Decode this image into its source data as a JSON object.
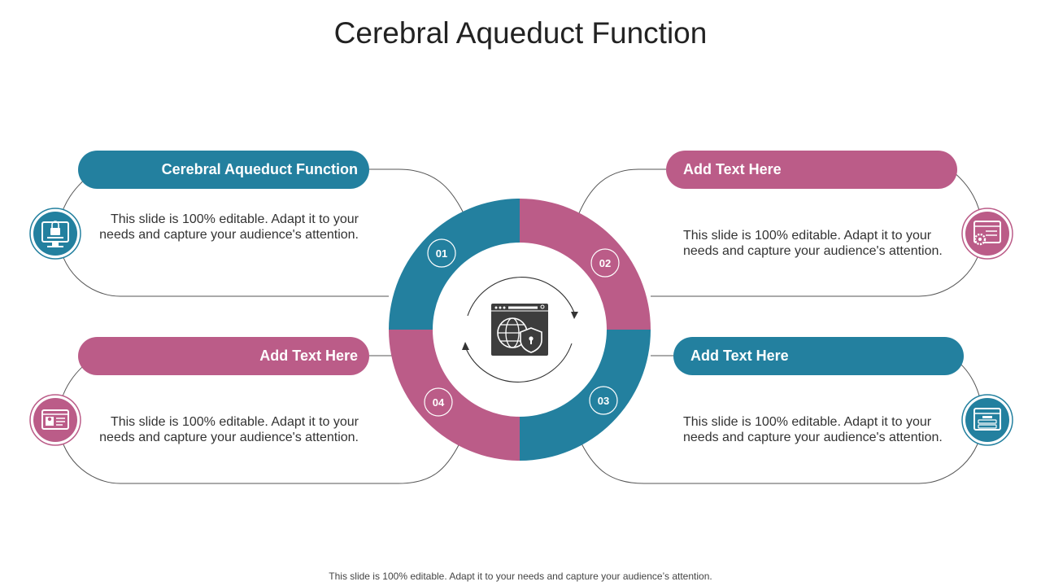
{
  "title": "Cerebral Aqueduct Function",
  "footer": "This slide is 100% editable. Adapt it to your needs and capture your audience’s attention.",
  "colors": {
    "teal": "#23809f",
    "pink": "#bb5c88",
    "dark": "#3d3d3d"
  },
  "center_icon": "web-security-icon",
  "items": [
    {
      "number": "01",
      "heading": "Cerebral Aqueduct Function",
      "text_line1": "This slide is 100% editable. Adapt it to your",
      "text_line2": "needs and capture your audience's attention.",
      "icon": "monitor-lock-icon",
      "color": "teal"
    },
    {
      "number": "02",
      "heading": "Add Text Here",
      "text_line1": "This slide is 100% editable. Adapt it to your",
      "text_line2": "needs and capture your audience's attention.",
      "icon": "window-gear-icon",
      "color": "pink"
    },
    {
      "number": "03",
      "heading": "Add Text Here",
      "text_line1": "This slide is 100% editable. Adapt it to your",
      "text_line2": "needs and capture your audience's attention.",
      "icon": "login-window-icon",
      "color": "teal"
    },
    {
      "number": "04",
      "heading": "Add Text Here",
      "text_line1": "This slide is 100% editable. Adapt it to your",
      "text_line2": "needs and capture your audience's attention.",
      "icon": "id-card-icon",
      "color": "pink"
    }
  ]
}
